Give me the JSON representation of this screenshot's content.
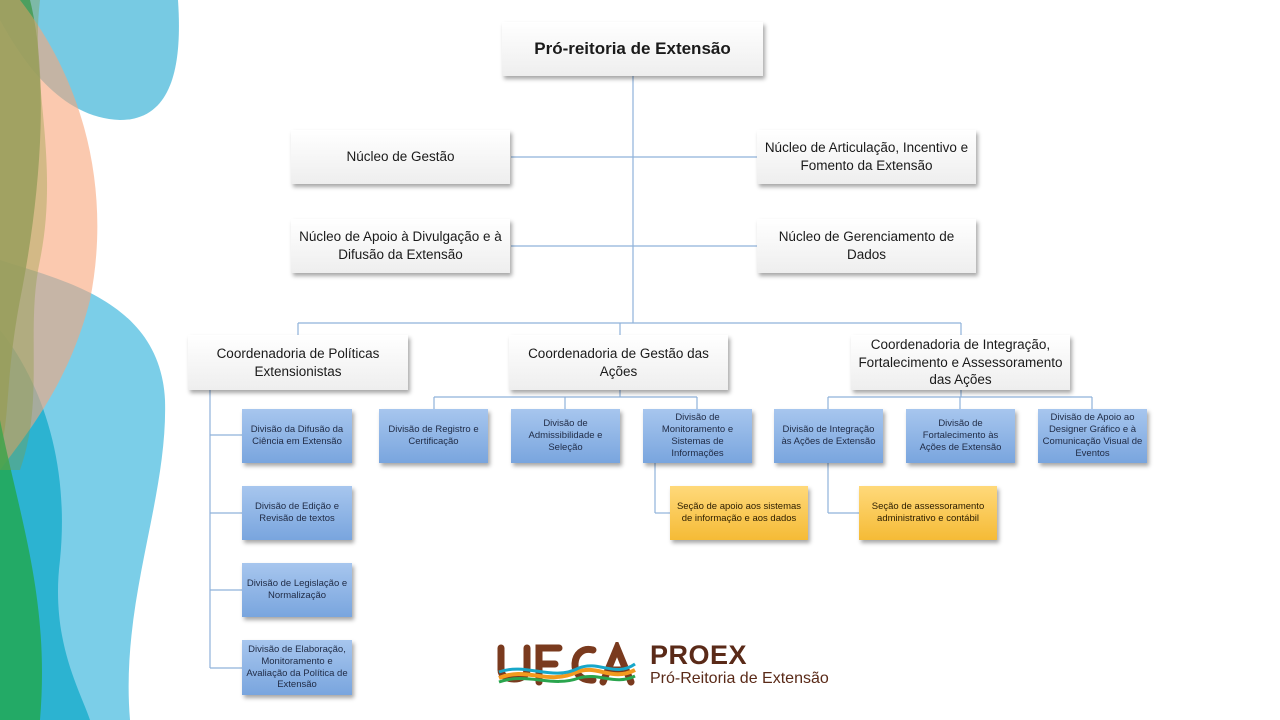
{
  "chart_data": {
    "type": "org-chart",
    "root": "Pró-reitoria  de Extensão",
    "nucleos": [
      "Núcleo de Gestão",
      "Núcleo de Articulação, Incentivo e Fomento  da Extensão",
      "Núcleo de Apoio à Divulgação e à Difusão da Extensão",
      "Núcleo de Gerenciamento de Dados"
    ],
    "coordenadorias": [
      {
        "name": "Coordenadoria de Políticas Extensionistas",
        "divisoes": [
          {
            "name": "Divisão da Difusão da Ciência em Extensão"
          },
          {
            "name": "Divisão de Edição e Revisão de textos"
          },
          {
            "name": "Divisão de Legislação e Normalização"
          },
          {
            "name": "Divisão de Elaboração, Monitoramento e Avaliação da Política de Extensão"
          }
        ]
      },
      {
        "name": "Coordenadoria de Gestão das Ações",
        "divisoes": [
          {
            "name": "Divisão de Registro e Certificação"
          },
          {
            "name": "Divisão de Admissibilidade e Seleção"
          },
          {
            "name": "Divisão  de Monitoramento e Sistemas de Informações",
            "secao": "Seção de apoio aos sistemas de informação e aos dados"
          }
        ]
      },
      {
        "name": "Coordenadoria de Integração, Fortalecimento e Assessoramento das Ações",
        "divisoes": [
          {
            "name": "Divisão de Integração às Ações de Extensão",
            "secao": "Seção de assessoramento administrativo e contábil"
          },
          {
            "name": "Divisão de Fortalecimento às Ações de Extensão"
          },
          {
            "name": "Divisão de Apoio ao Designer Gráfico e à Comunicação Visual de Eventos"
          }
        ]
      }
    ]
  },
  "logo": {
    "wordmark": "UFCA",
    "title": "PROEX",
    "subtitle": "Pró-Reitoria de Extensão"
  },
  "colors": {
    "connector": "#8fb2da",
    "division": "#8fb4e6",
    "section": "#fcc847",
    "brand": "#5a2a18"
  }
}
